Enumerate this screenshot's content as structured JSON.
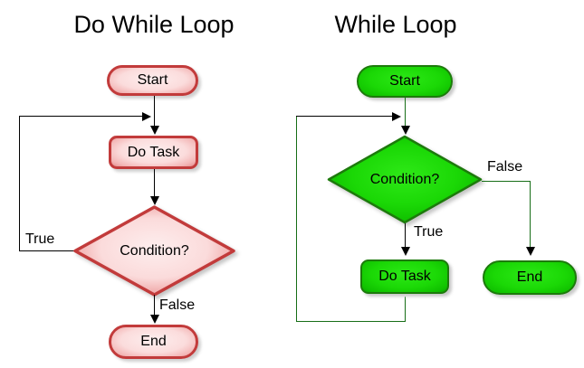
{
  "page": {
    "background": "#ffffff"
  },
  "charts": [
    {
      "title": "Do While Loop",
      "theme": {
        "fill_center": "#fdeeee",
        "fill_edge": "#e38d8d",
        "border": "#c23b3b",
        "line": "#000000"
      },
      "nodes": {
        "start": "Start",
        "do_task": "Do Task",
        "condition": "Condition?",
        "end": "End"
      },
      "labels": {
        "true": "True",
        "false": "False"
      }
    },
    {
      "title": "While Loop",
      "theme": {
        "fill_center": "#2ce816",
        "fill_edge": "#0aa300",
        "border": "#1d7a0c",
        "line": "#176e17"
      },
      "nodes": {
        "start": "Start",
        "condition": "Condition?",
        "do_task": "Do Task",
        "end": "End"
      },
      "labels": {
        "true": "True",
        "false": "False"
      }
    }
  ]
}
